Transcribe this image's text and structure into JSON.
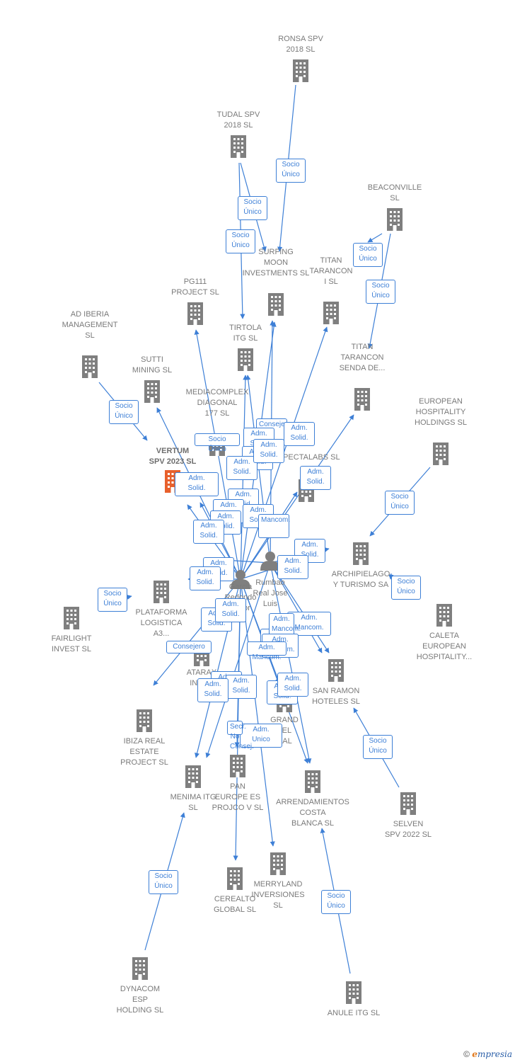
{
  "colors": {
    "edge": "#3d7fd6",
    "company": "#7f7f7f",
    "main": "#e8602c",
    "person": "#7f7f7f",
    "label": "#7a7a7a"
  },
  "nodes": [
    {
      "id": "ronsa",
      "label": "RONSA SPV\n2018  SL",
      "icon": "building-icon"
    },
    {
      "id": "tudal",
      "label": "TUDAL SPV\n2018  SL",
      "icon": "building-icon"
    },
    {
      "id": "beaconville",
      "label": "BEACONVILLE\nSL",
      "icon": "building-icon"
    },
    {
      "id": "surfing",
      "label": "SURFING\nMOON\nINVESTMENTS SL",
      "icon": "building-icon"
    },
    {
      "id": "titan1",
      "label": "TITAN\nTARANCON\nI  SL",
      "icon": "building-icon"
    },
    {
      "id": "pg111",
      "label": "PG111\nPROJECT  SL",
      "icon": "building-icon"
    },
    {
      "id": "tirtola",
      "label": "TIRTOLA\nITG  SL",
      "icon": "building-icon"
    },
    {
      "id": "adiberia",
      "label": "AD IBERIA\nMANAGEMENT\nSL",
      "icon": "building-icon"
    },
    {
      "id": "sutti",
      "label": "SUTTI\nMINING SL",
      "icon": "building-icon"
    },
    {
      "id": "titansenda",
      "label": "TITAN\nTARANCON\nSENDA DE...",
      "icon": "building-icon"
    },
    {
      "id": "mediacomplex",
      "label": "MEDIACOMPLEX\nDIAGONAL\n177  SL",
      "icon": "building-icon"
    },
    {
      "id": "european",
      "label": "EUROPEAN\nHOSPITALITY\nHOLDINGS  SL",
      "icon": "building-icon"
    },
    {
      "id": "vertum",
      "label": "VERTUM\nSPV 2023  SL",
      "icon": "building-icon"
    },
    {
      "id": "expectalabs",
      "label": "EXPECTALABS SL",
      "icon": "building-icon"
    },
    {
      "id": "archipielago",
      "label": "ARCHIPIELAGO\nY TURISMO SA",
      "icon": "building-icon"
    },
    {
      "id": "plataforma",
      "label": "PLATAFORMA\nLOGISTICA\nA3...",
      "icon": "building-icon"
    },
    {
      "id": "fairlight",
      "label": "FAIRLIGHT\nINVEST  SL",
      "icon": "building-icon"
    },
    {
      "id": "caleta",
      "label": "CALETA\nEUROPEAN\nHOSPITALITY...",
      "icon": "building-icon"
    },
    {
      "id": "ataraxia",
      "label": "ATARAX\nINVER",
      "icon": "building-icon"
    },
    {
      "id": "sanramon",
      "label": "SAN RAMON\nHOTELES SL",
      "icon": "building-icon"
    },
    {
      "id": "grandhotel",
      "label": "GRAND\nTEL\nRAL",
      "icon": "building-icon"
    },
    {
      "id": "ibiza",
      "label": "IBIZA REAL\nESTATE\nPROJECT  SL",
      "icon": "building-icon"
    },
    {
      "id": "menima",
      "label": "MENIMA ITG\nSL",
      "icon": "building-icon"
    },
    {
      "id": "pan",
      "label": "PAN\nEUROPE ES\nPROJCO V SL",
      "icon": "building-icon"
    },
    {
      "id": "arrendamientos",
      "label": "ARRENDAMIENTOS\nCOSTA\nBLANCA SL",
      "icon": "building-icon"
    },
    {
      "id": "selven",
      "label": "SELVEN\nSPV 2022  SL",
      "icon": "building-icon"
    },
    {
      "id": "merryland",
      "label": "MERRYLAND\nINVERSIONES\nSL",
      "icon": "building-icon"
    },
    {
      "id": "cerealto",
      "label": "CEREALTO\nGLOBAL  SL",
      "icon": "building-icon"
    },
    {
      "id": "dynacom",
      "label": "DYNACOM\nESP\nHOLDING  SL",
      "icon": "building-icon"
    },
    {
      "id": "anule",
      "label": "ANULE ITG  SL",
      "icon": "building-icon"
    },
    {
      "id": "person1",
      "label": "Garcia\nRedondo\nVictor",
      "icon": "person-icon"
    },
    {
      "id": "person2",
      "label": "Rumbao\nReal Jose\nLuis",
      "icon": "person-icon"
    }
  ],
  "edge_labels": [
    "Socio\nÚnico",
    "Socio\nÚnico",
    "Socio\nÚnico",
    "Socio\nÚnico",
    "Socio\nÚnico",
    "Socio\nÚnico",
    "Socio\nÚnico",
    "Socio\nÚnico",
    "Socio\nÚnico",
    "Socio\nÚnico",
    "Socio\nÚnico",
    "Socio\nÚnico",
    "Socio\nÚnico",
    "Consejero",
    "Consejero",
    "Adm.\nSolid.",
    "Adm.\nSolid.",
    "Adm.\nSolid.",
    "Adm.\nSolid.",
    "Adm.\nSolid.",
    "Adm.\nSolid.",
    "Adm.\nSolid.",
    "Adm.\nSolid.",
    "Adm.\nSolid.",
    "Adm.\nSolid.",
    "Adm.\nSolid.",
    "Adm.\nSolid.",
    "Adm.\nSolid.",
    "Adm.\nSolid.",
    "Adm.\nSolid.",
    "Adm.\nSolid.",
    "Adm.\nSolid.",
    "Adm.\nSolid.",
    "Adm.\nSolid.",
    "Adm.\nSolid.",
    "Adm.\nSolid.",
    "Adm.\nSolid.",
    "Adm.\nSolid.",
    "Adm.\nSolid.",
    "Adm.\nMancom.",
    "Adm.\nMancom.",
    "Adm.\nMancom.",
    "Adm.\nMancom.",
    "Mancom.",
    "Adm.\nUnico",
    "Secr.  No\nConsej.",
    "Co"
  ],
  "brand": {
    "copyright": "©",
    "first_letter": "e",
    "rest": "mpresia"
  }
}
